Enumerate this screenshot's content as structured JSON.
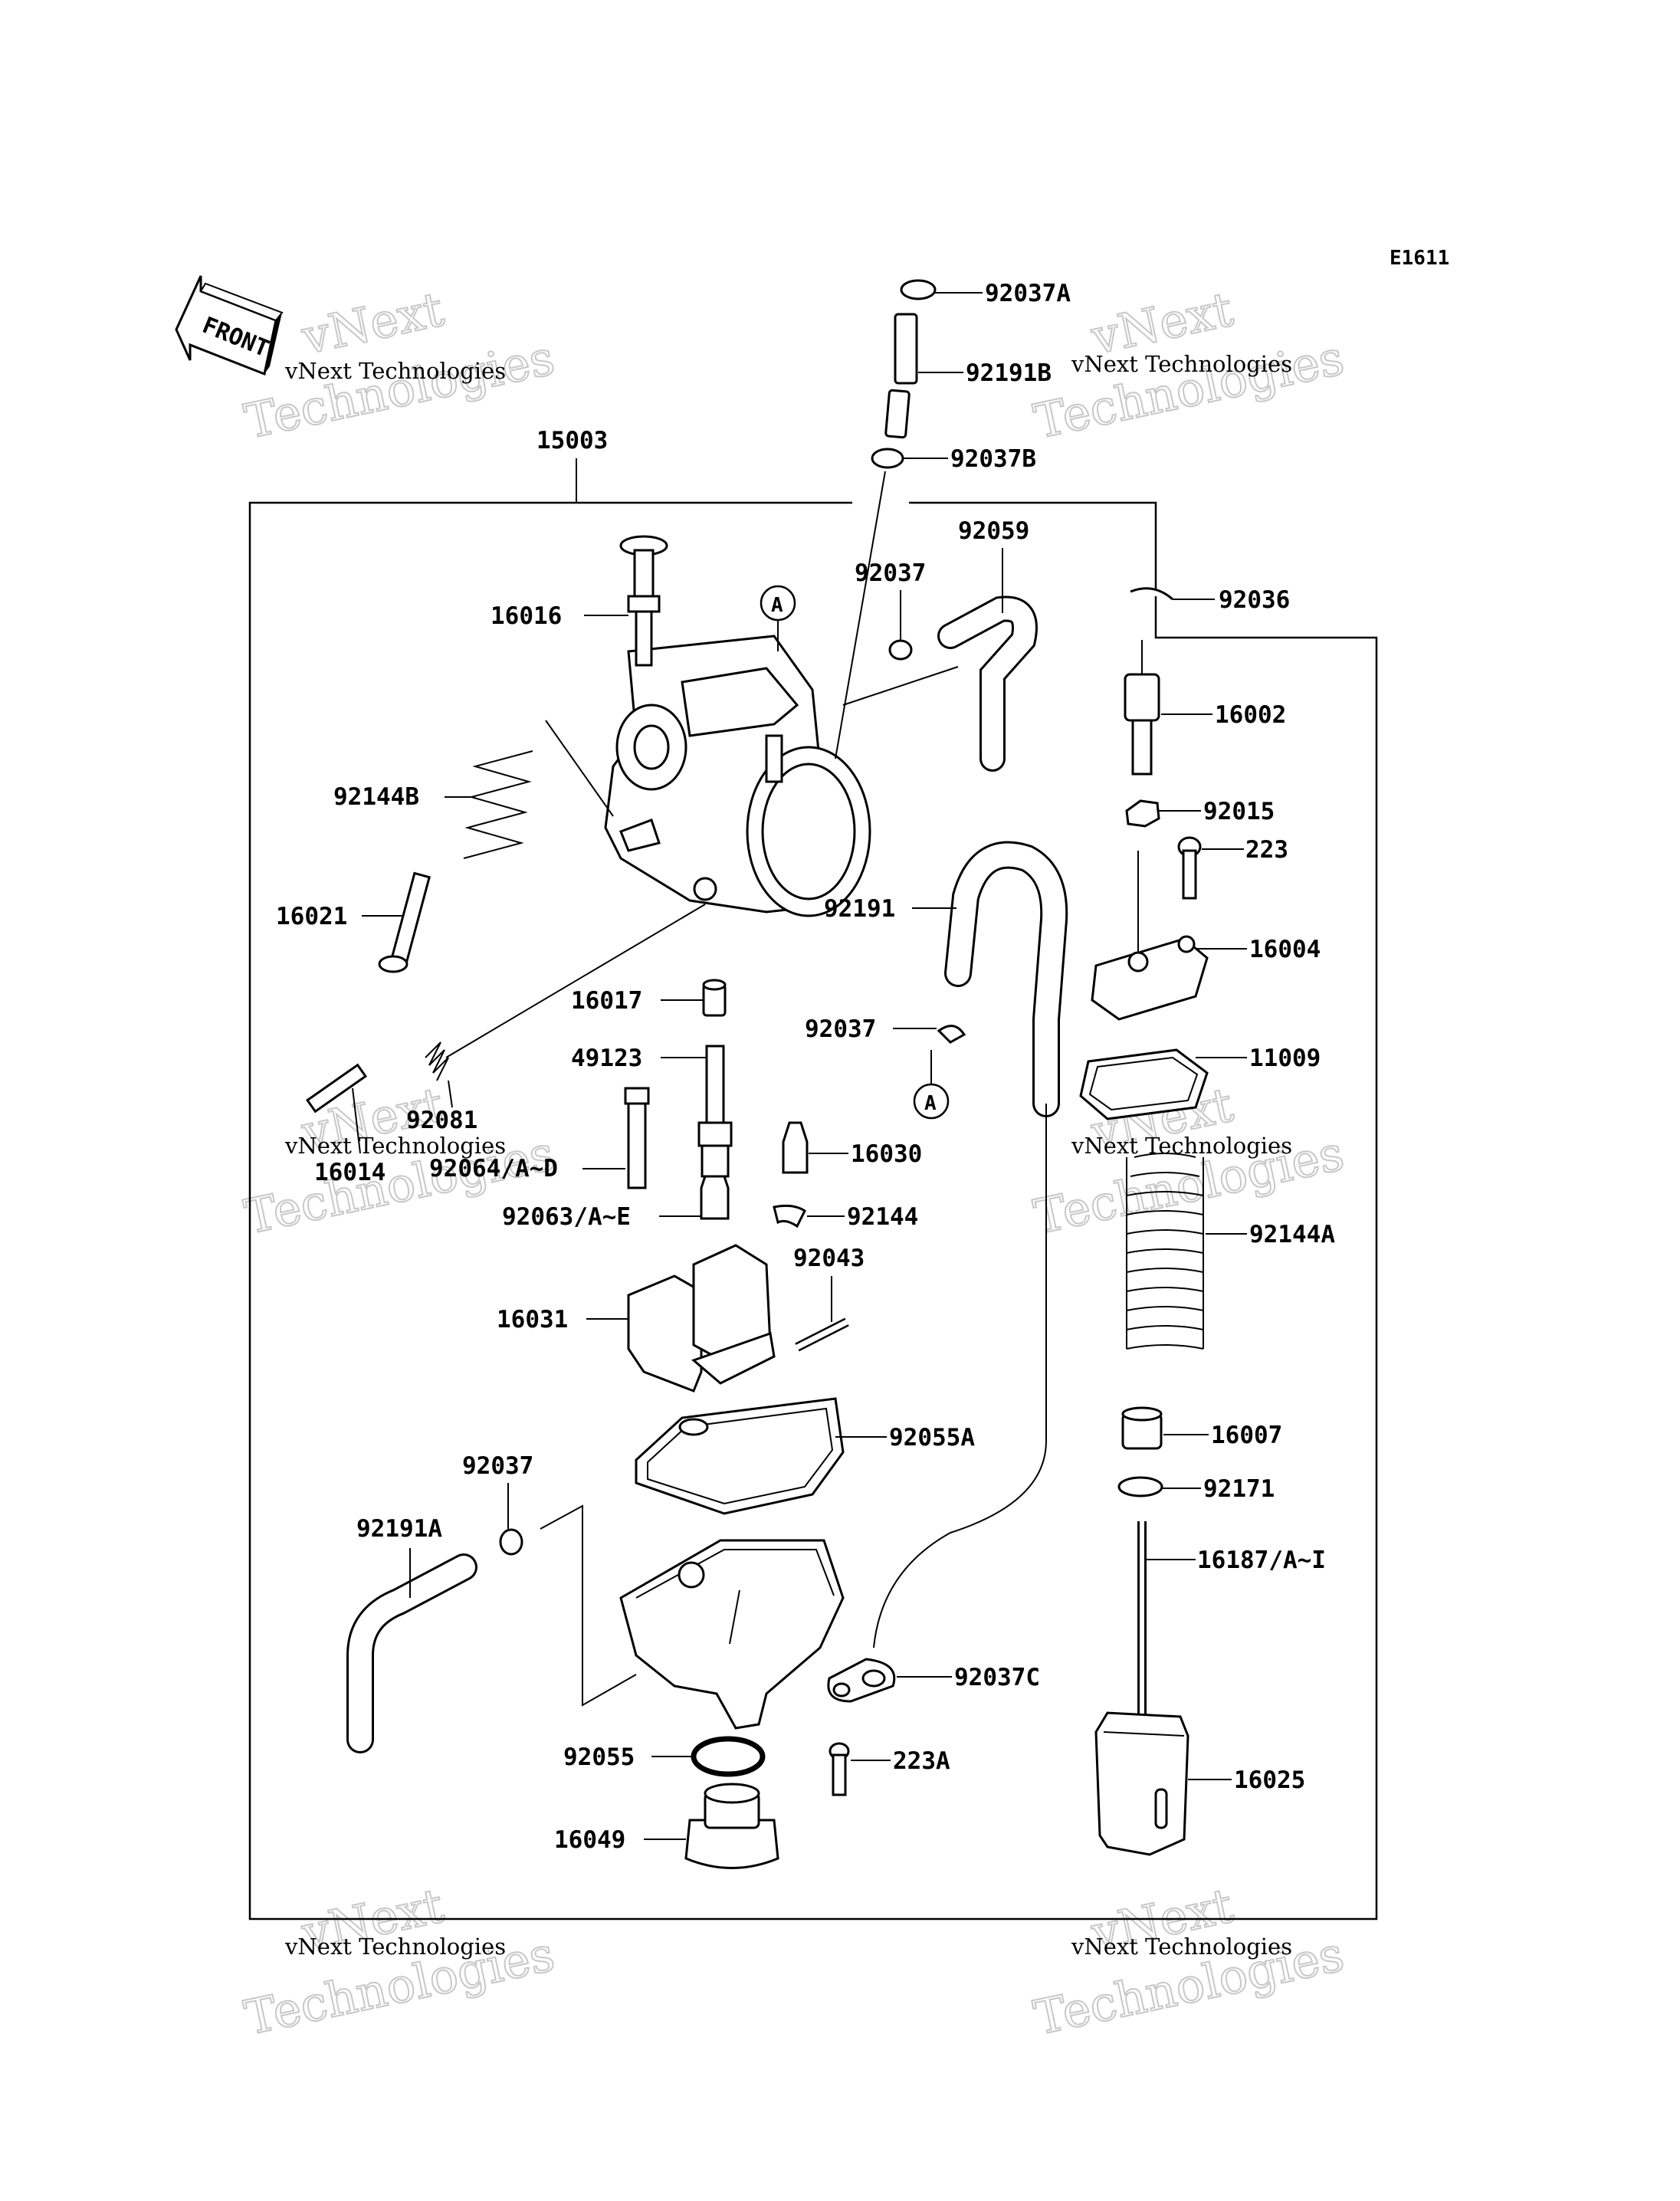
{
  "diagram_code": "E1611",
  "front_label": "FRONT",
  "assembly_number": "15003",
  "callout_letter": "A",
  "watermark": {
    "line1": "vNext Technologies",
    "line2": "vNext",
    "line3": "Technologies"
  },
  "parts": [
    {
      "id": "p92037A",
      "label": "92037A"
    },
    {
      "id": "p92191B",
      "label": "92191B"
    },
    {
      "id": "p92037B",
      "label": "92037B"
    },
    {
      "id": "p92059",
      "label": "92059"
    },
    {
      "id": "p92037a",
      "label": "92037"
    },
    {
      "id": "p92036",
      "label": "92036"
    },
    {
      "id": "p16016",
      "label": "16016"
    },
    {
      "id": "p16002",
      "label": "16002"
    },
    {
      "id": "p92144B",
      "label": "92144B"
    },
    {
      "id": "p92015",
      "label": "92015"
    },
    {
      "id": "p223",
      "label": "223"
    },
    {
      "id": "p16021",
      "label": "16021"
    },
    {
      "id": "p92191",
      "label": "92191"
    },
    {
      "id": "p16004",
      "label": "16004"
    },
    {
      "id": "p16017",
      "label": "16017"
    },
    {
      "id": "p92037b",
      "label": "92037"
    },
    {
      "id": "p11009",
      "label": "11009"
    },
    {
      "id": "p49123",
      "label": "49123"
    },
    {
      "id": "p92081",
      "label": "92081"
    },
    {
      "id": "p16014",
      "label": "16014"
    },
    {
      "id": "p92064",
      "label": "92064/A~D"
    },
    {
      "id": "p16030",
      "label": "16030"
    },
    {
      "id": "p92063",
      "label": "92063/A~E"
    },
    {
      "id": "p92144",
      "label": "92144"
    },
    {
      "id": "p92144A",
      "label": "92144A"
    },
    {
      "id": "p92043",
      "label": "92043"
    },
    {
      "id": "p16031",
      "label": "16031"
    },
    {
      "id": "p92055A",
      "label": "92055A"
    },
    {
      "id": "p16007",
      "label": "16007"
    },
    {
      "id": "p92037c",
      "label": "92037"
    },
    {
      "id": "p92171",
      "label": "92171"
    },
    {
      "id": "p92191A",
      "label": "92191A"
    },
    {
      "id": "p16187",
      "label": "16187/A~I"
    },
    {
      "id": "p92037C",
      "label": "92037C"
    },
    {
      "id": "p92055",
      "label": "92055"
    },
    {
      "id": "p223A",
      "label": "223A"
    },
    {
      "id": "p16025",
      "label": "16025"
    },
    {
      "id": "p16049",
      "label": "16049"
    }
  ]
}
